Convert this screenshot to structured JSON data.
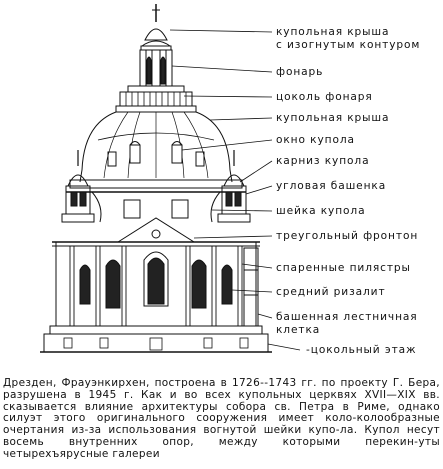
{
  "labels": {
    "dome_roof_curved": "купольная крыша\nс изогнутым контуром",
    "lantern": "фонарь",
    "lantern_base": "цоколь фонаря",
    "dome_roof": "купольная крыша",
    "dome_window": "окно купола",
    "dome_cornice": "карниз купола",
    "corner_turret": "угловая башенка",
    "dome_neck": "шейка купола",
    "triangular_pediment": "треугольный фронтон",
    "paired_pilasters": "спаренные пилястры",
    "middle_risalit": "средний ризалит",
    "tower_staircase": "башенная лестничная\nклетка",
    "plinth_floor": "-цокольный этаж"
  },
  "caption": "Дрезден, Фрауэнкирхен, построена в 1726--1743 гг. по проекту Г. Бера, разрушена в 1945 г. Как и во всех купольных церквях XVII—XIX вв. сказывается влияние архитектуры собора св. Петра в Риме, однако силуэт этого оригинального сооружения имеет коло-колообразные очертания из-за использования вогнутой шейки купо-ла. Купол несут восемь внутренних опор, между которыми перекин-уты четырехъярусные галереи"
}
